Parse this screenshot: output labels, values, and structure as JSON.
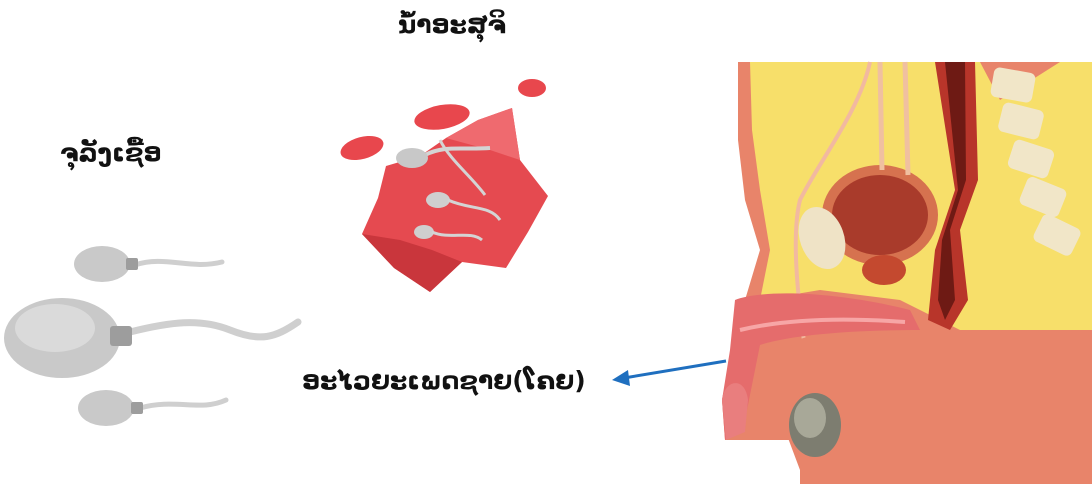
{
  "labels": {
    "semen": "ນ້ຳອະສຸຈິ",
    "sperm": "ຈຸລັງເຊື້ອ",
    "penis": "ອະໄວຍະເພດຊາຍ(ໂຄຍ)"
  },
  "colors": {
    "sperm": "#c8c8c8",
    "sperm_neck": "#9a9a9a",
    "semen_blob": "#e8474d",
    "arrow": "#1f6fbf",
    "skin": "#e8846a",
    "fat": "#f7df6a",
    "muscle": "#c7452f",
    "testis": "#8c8c80"
  }
}
